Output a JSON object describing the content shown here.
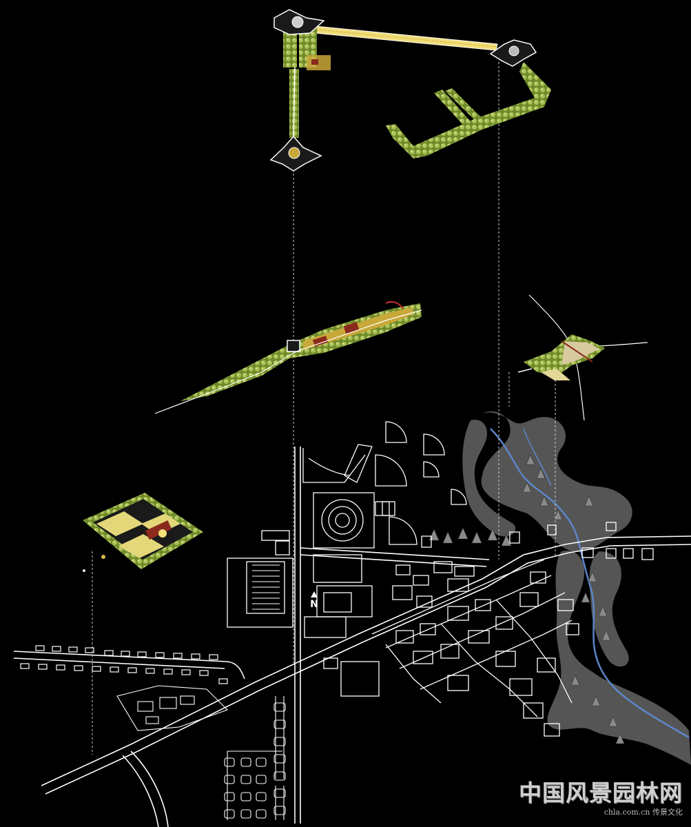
{
  "north_arrow": {
    "label": "N"
  },
  "watermark": {
    "chinese": "中国风景园林网",
    "url": "chla.com.cn",
    "tagline": "传景文化"
  },
  "colors": {
    "background": "#000000",
    "roads": "#ffffff",
    "trees": "#9db24a",
    "paving": "#f3e27a",
    "terrain": "#555555",
    "creek": "#5c86c9",
    "accent": "#8a2a1c"
  }
}
